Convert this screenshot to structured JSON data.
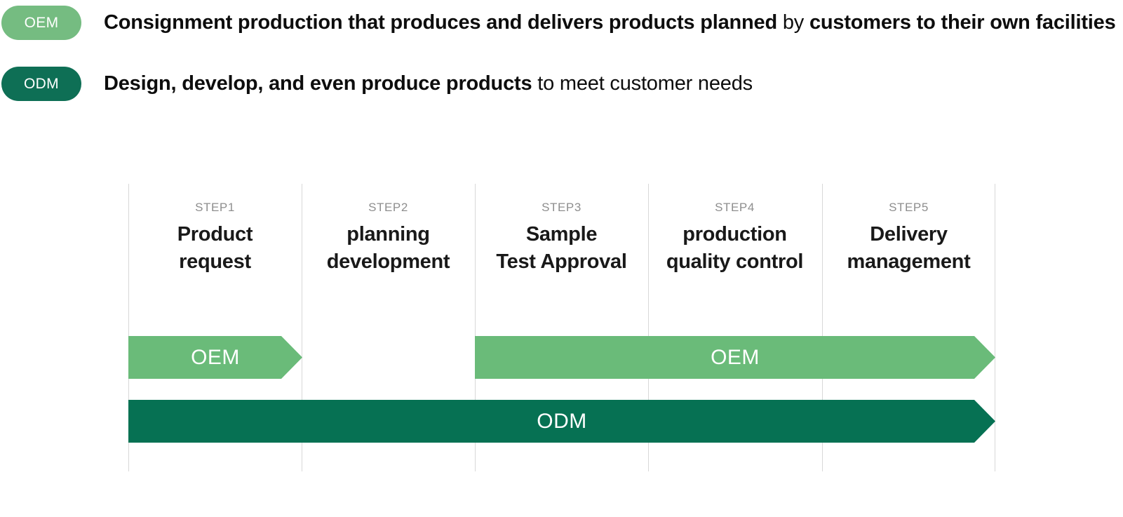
{
  "colors": {
    "oem_badge_green": "#75bc81",
    "odm_badge_green": "#0e6f55",
    "oem_arrow_green": "#6abb79",
    "odm_arrow_green": "#067153",
    "step_label_gray": "#8e8e8e",
    "title_text": "#191919",
    "divider_gray": "#d8d8d8",
    "body_text": "#0d0d0d"
  },
  "legend": {
    "rows": [
      {
        "badge_label": "OEM",
        "seg_bold_1": "Consignment production that produces and delivers products planned",
        "seg_regular": " by ",
        "seg_bold_2": "customers to their own facilities"
      },
      {
        "badge_label": "ODM",
        "seg_bold_1": "Design, develop, and even produce products",
        "seg_regular": " to meet customer needs",
        "seg_bold_2": ""
      }
    ]
  },
  "process": {
    "steps": [
      {
        "label": "STEP1",
        "title_line1": "Product",
        "title_line2": "request"
      },
      {
        "label": "STEP2",
        "title_line1": "planning",
        "title_line2": "development"
      },
      {
        "label": "STEP3",
        "title_line1": "Sample",
        "title_line2": "Test Approval"
      },
      {
        "label": "STEP4",
        "title_line1": "production",
        "title_line2": "quality control"
      },
      {
        "label": "STEP5",
        "title_line1": "Delivery",
        "title_line2": "management"
      }
    ],
    "bars": [
      {
        "label": "OEM",
        "row": "oem",
        "spans_steps": "1"
      },
      {
        "label": "OEM",
        "row": "oem",
        "spans_steps": "3-5"
      },
      {
        "label": "ODM",
        "row": "odm",
        "spans_steps": "1-5"
      }
    ]
  }
}
